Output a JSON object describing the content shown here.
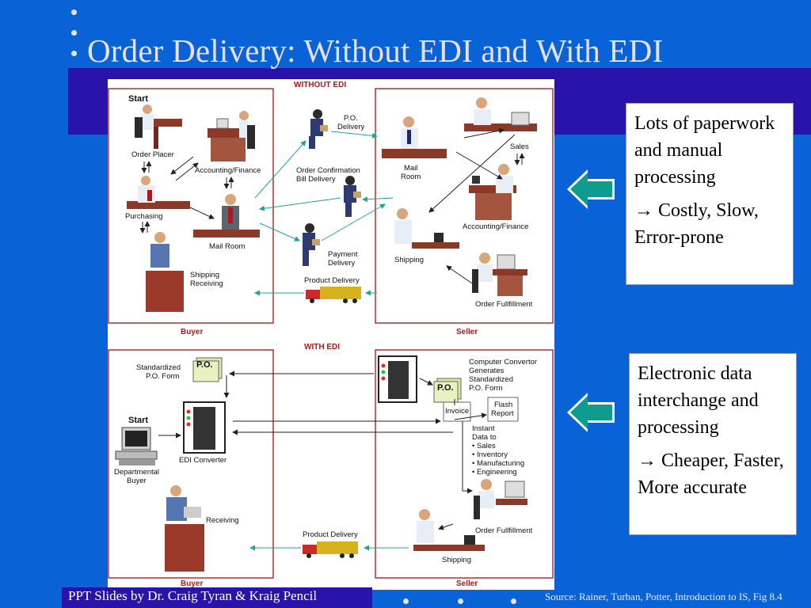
{
  "slide": {
    "title": "Order Delivery: Without EDI and With EDI"
  },
  "notes": {
    "top": {
      "line1": "Lots of paperwork and manual processing",
      "line2": "→ Costly, Slow, Error-prone"
    },
    "bottom": {
      "line1": "Electronic data interchange and processing",
      "line2": "→ Cheaper, Faster, More accurate"
    }
  },
  "footer": {
    "credit": "PPT Slides by Dr. Craig Tyran & Kraig Pencil",
    "source": "Source:  Rainer, Turban, Potter, Introduction to IS, Fig 8.4"
  },
  "diagram": {
    "without": {
      "header": "WITHOUT EDI",
      "start": "Start",
      "order_placer": "Order Placer",
      "accounting_buyer": "Accounting/Finance",
      "purchasing": "Purchasing",
      "mail_room_buyer": "Mail Room",
      "shipping_receiving_1": "Shipping",
      "shipping_receiving_2": "Receiving",
      "po_delivery_1": "P.O.",
      "po_delivery_2": "Delivery",
      "order_conf_1": "Order Confirmation",
      "order_conf_2": "Bill Delivery",
      "payment_1": "Payment",
      "payment_2": "Delivery",
      "product_delivery": "Product Delivery",
      "sales": "Sales",
      "mail_room_seller_1": "Mail",
      "mail_room_seller_2": "Room",
      "accounting_seller": "Accounting/Finance",
      "shipping_seller": "Shipping",
      "order_fulfillment": "Order Fullfillment",
      "buyer": "Buyer",
      "seller": "Seller"
    },
    "with": {
      "header": "WITH EDI",
      "standardized_1": "Standardized",
      "standardized_2": "P.O. Form",
      "po": "P.O.",
      "start": "Start",
      "edi_converter": "EDI Converter",
      "dept_buyer_1": "Departmental",
      "dept_buyer_2": "Buyer",
      "receiving": "Receiving",
      "converter_1": "Computer Convertor",
      "converter_2": "Generates",
      "converter_3": "Standardized",
      "converter_4": "P.O. Form",
      "po2": "P.O.",
      "invoice": "Invoice",
      "flash_1": "Flash",
      "flash_2": "Report",
      "instant_1": "Instant",
      "instant_2": "Data to",
      "bullet_sales": "• Sales",
      "bullet_inventory": "• Inventory",
      "bullet_manufacturing": "• Manufacturing",
      "bullet_engineering": "• Engineering",
      "order_fulfillment": "Order Fullfillment",
      "product_delivery": "Product Delivery",
      "shipping": "Shipping",
      "buyer": "Buyer",
      "seller": "Seller"
    }
  },
  "colors": {
    "background": "#0a63d6",
    "band": "#2a13a8",
    "arrow": "#0f9c8f",
    "box_border": "#b03030"
  }
}
